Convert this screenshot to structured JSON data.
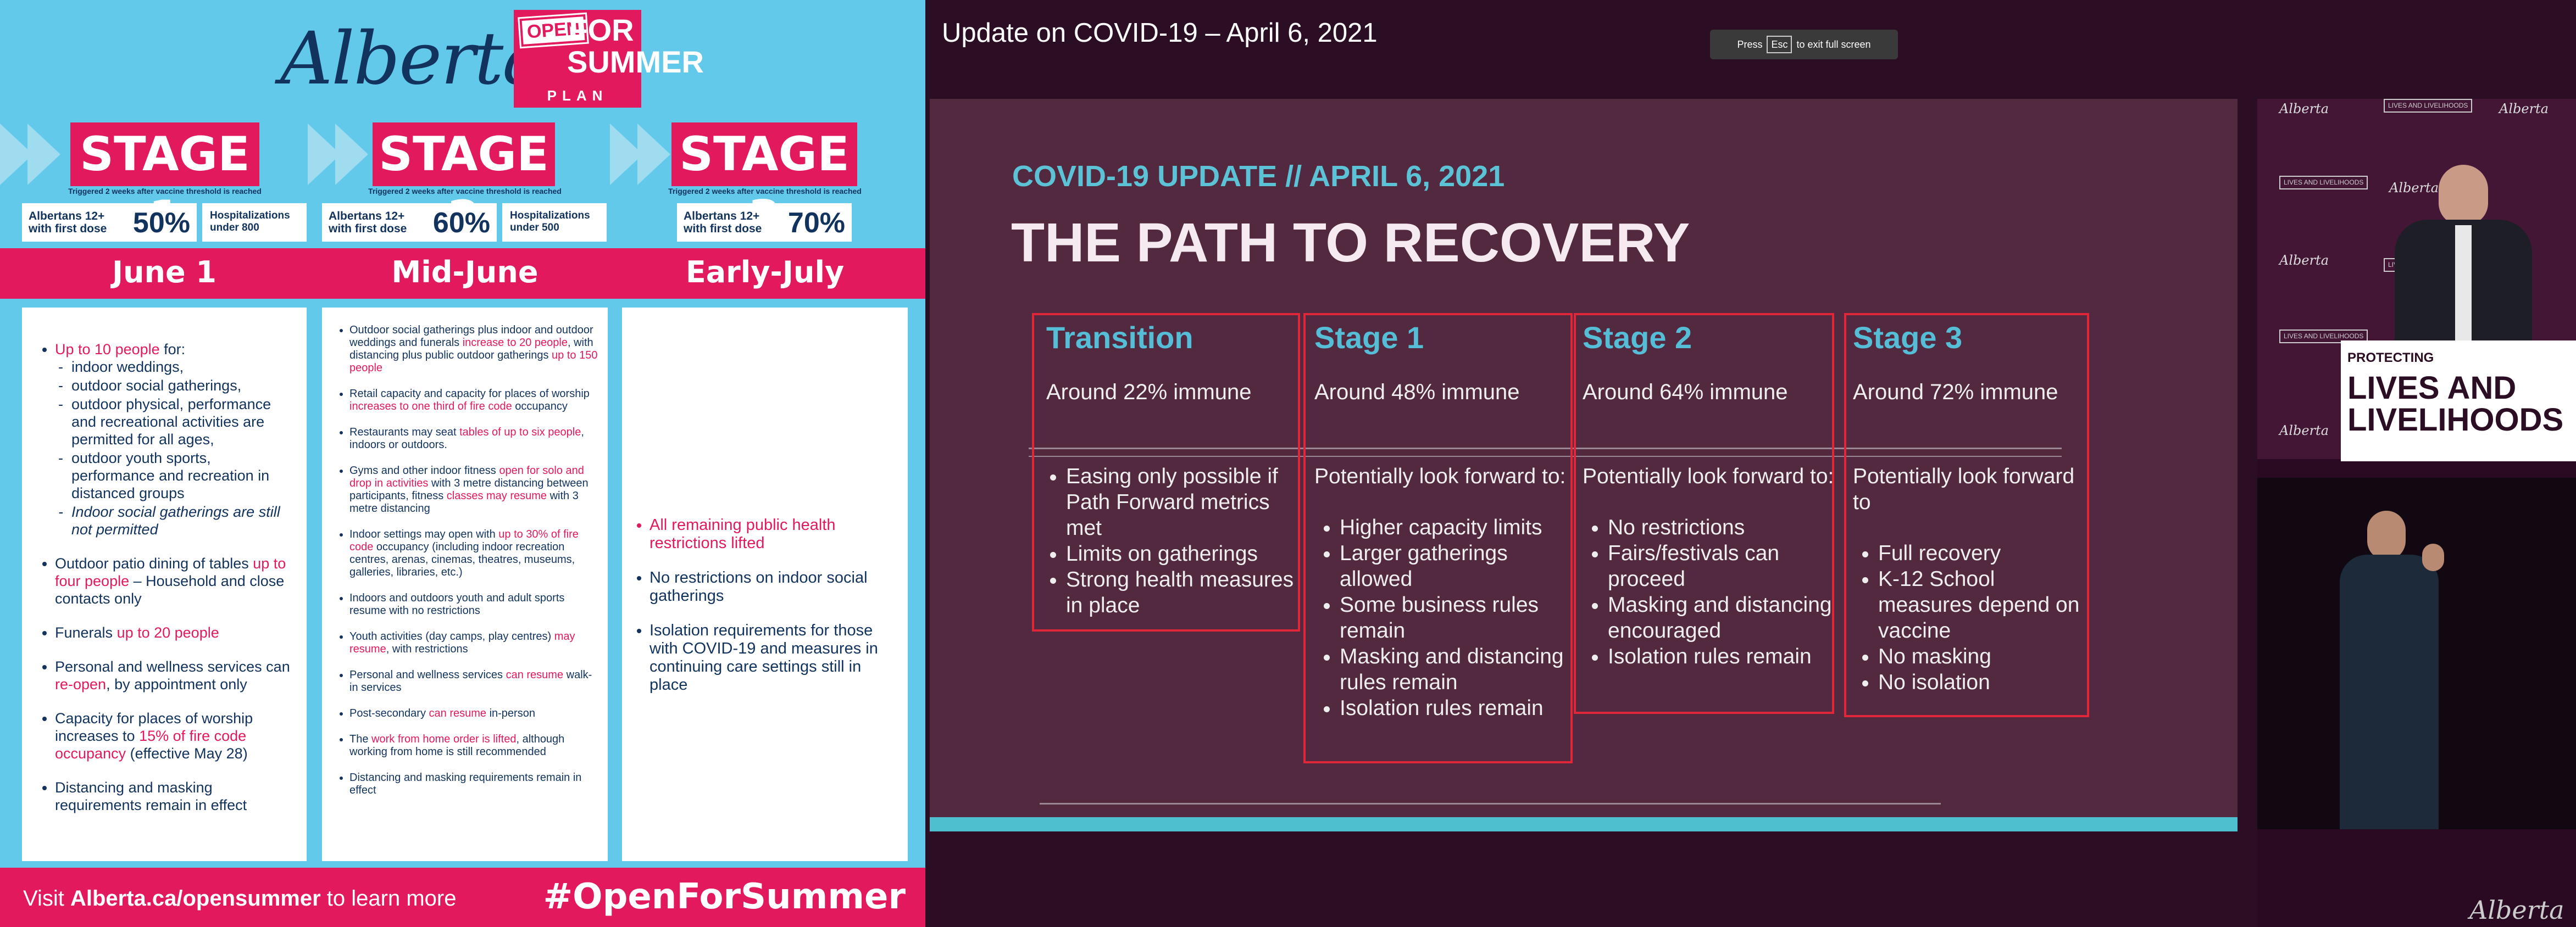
{
  "left_panel": {
    "brand": "Alberta",
    "open_badge": "OPEN",
    "for_summer": "FOR SUMMER",
    "plan": "PLAN",
    "stages": [
      {
        "title": "STAGE 1",
        "trigger": "Triggered 2 weeks after vaccine threshold is reached",
        "stat_label": "Albertans 12+ with first dose",
        "stat_pct": "50%",
        "hosp": "Hospitalizations under 800",
        "date": "June 1"
      },
      {
        "title": "STAGE 2",
        "trigger": "Triggered 2 weeks after vaccine threshold is reached",
        "stat_label": "Albertans 12+ with first dose",
        "stat_pct": "60%",
        "hosp": "Hospitalizations under 500",
        "date": "Mid-June"
      },
      {
        "title": "STAGE 3",
        "trigger": "Triggered 2 weeks after vaccine threshold is reached",
        "stat_label": "Albertans 12+ with first dose",
        "stat_pct": "70%",
        "hosp": "",
        "date": "Early-July"
      }
    ],
    "col1": {
      "i1_pink": "Up to 10 people",
      "i1_rest": " for:",
      "i1_sub": [
        "indoor weddings,",
        "outdoor social gatherings,",
        "outdoor physical, performance and recreational activities are permitted for all ages,",
        "outdoor youth sports, performance and recreation in distanced groups"
      ],
      "i1_sub_note": "Indoor social gatherings are still not permitted",
      "i2_a": "Outdoor patio dining of tables ",
      "i2_pink": "up to four people",
      "i2_b": " – Household and close contacts only",
      "i3_a": "Funerals ",
      "i3_pink": "up to 20 people",
      "i4_a": "Personal and wellness services can ",
      "i4_pink": "re-open",
      "i4_b": ", by appointment only",
      "i5_a": "Capacity for places of worship increases to ",
      "i5_pink": "15% of fire code occupancy",
      "i5_b": " (effective May 28)",
      "i6": "Distancing and masking requirements remain in effect"
    },
    "col2": {
      "a1": "Outdoor social gatherings plus indoor and outdoor weddings and funerals ",
      "a1p": "increase to 20 people",
      "a1b": ", with distancing plus public outdoor gatherings ",
      "a1p2": "up to 150 people",
      "a2": "Retail capacity and capacity for places of worship ",
      "a2p": "increases to one third of fire code",
      "a2b": " occupancy",
      "a3": "Restaurants may seat ",
      "a3p": "tables of up to six people",
      "a3b": ", indoors or outdoors.",
      "a4": "Gyms and other indoor fitness ",
      "a4p": "open for solo and drop in activities",
      "a4b": " with 3 metre distancing between participants, fitness ",
      "a4p2": "classes may resume",
      "a4c": " with 3 metre distancing",
      "a5": "Indoor settings may open with ",
      "a5p": "up to 30% of fire code",
      "a5b": " occupancy (including indoor recreation centres, arenas, cinemas, theatres, museums, galleries, libraries, etc.)",
      "a6": "Indoors and outdoors youth and adult sports resume with no restrictions",
      "a7": "Youth activities (day camps, play centres) ",
      "a7p": "may resume",
      "a7b": ", with restrictions",
      "a8": "Personal and wellness services ",
      "a8p": "can resume",
      "a8b": " walk-in services",
      "a9": "Post-secondary ",
      "a9p": "can resume",
      "a9b": " in-person",
      "a10": "The ",
      "a10p": "work from home order is lifted",
      "a10b": ", although working from home is still recommended",
      "a11": "Distancing and masking requirements remain in effect"
    },
    "col3": {
      "b1p": "All remaining public health restrictions lifted",
      "b2": "No restrictions on indoor social gatherings",
      "b3": "Isolation requirements for those with COVID-19 and measures in continuing care settings still in place"
    },
    "footer": {
      "visit_a": "Visit ",
      "visit_b": "Alberta.ca/opensummer",
      "visit_c": " to learn more",
      "hashtag": "#OpenForSummer"
    }
  },
  "right_panel": {
    "video_title": "Update on COVID-19 – April 6, 2021",
    "fs_press": "Press",
    "fs_key": "Esc",
    "fs_rest": "to exit full screen",
    "slide": {
      "date": "COVID-19 UPDATE // APRIL 6, 2021",
      "title": "THE PATH TO RECOVERY",
      "columns": [
        {
          "head": "Transition",
          "immune": "Around 22% immune",
          "intro": "",
          "items": [
            "Easing only possible if Path Forward metrics met",
            "Limits on gatherings",
            "Strong health measures in place"
          ]
        },
        {
          "head": "Stage 1",
          "immune": "Around 48% immune",
          "intro": "Potentially look forward to:",
          "items": [
            "Higher capacity limits",
            "Larger gatherings allowed",
            "Some business rules remain",
            "Masking and distancing rules remain",
            "Isolation rules remain"
          ]
        },
        {
          "head": "Stage 2",
          "immune": "Around 64% immune",
          "intro": "Potentially look forward to:",
          "items": [
            "No restrictions",
            "Fairs/festivals can proceed",
            "Masking and distancing encouraged",
            "Isolation rules remain"
          ]
        },
        {
          "head": "Stage 3",
          "immune": "Around 72% immune",
          "intro": "Potentially look forward to",
          "items": [
            "Full recovery",
            "K-12 School measures depend on vaccine",
            "No masking",
            "No isolation"
          ]
        }
      ]
    },
    "backdrop": {
      "wordmark": "Alberta",
      "lives": "LIVES AND LIVELIHOODS",
      "protecting": "PROTECTING",
      "lives_big": "LIVES AND LIVELIHOODS"
    }
  }
}
